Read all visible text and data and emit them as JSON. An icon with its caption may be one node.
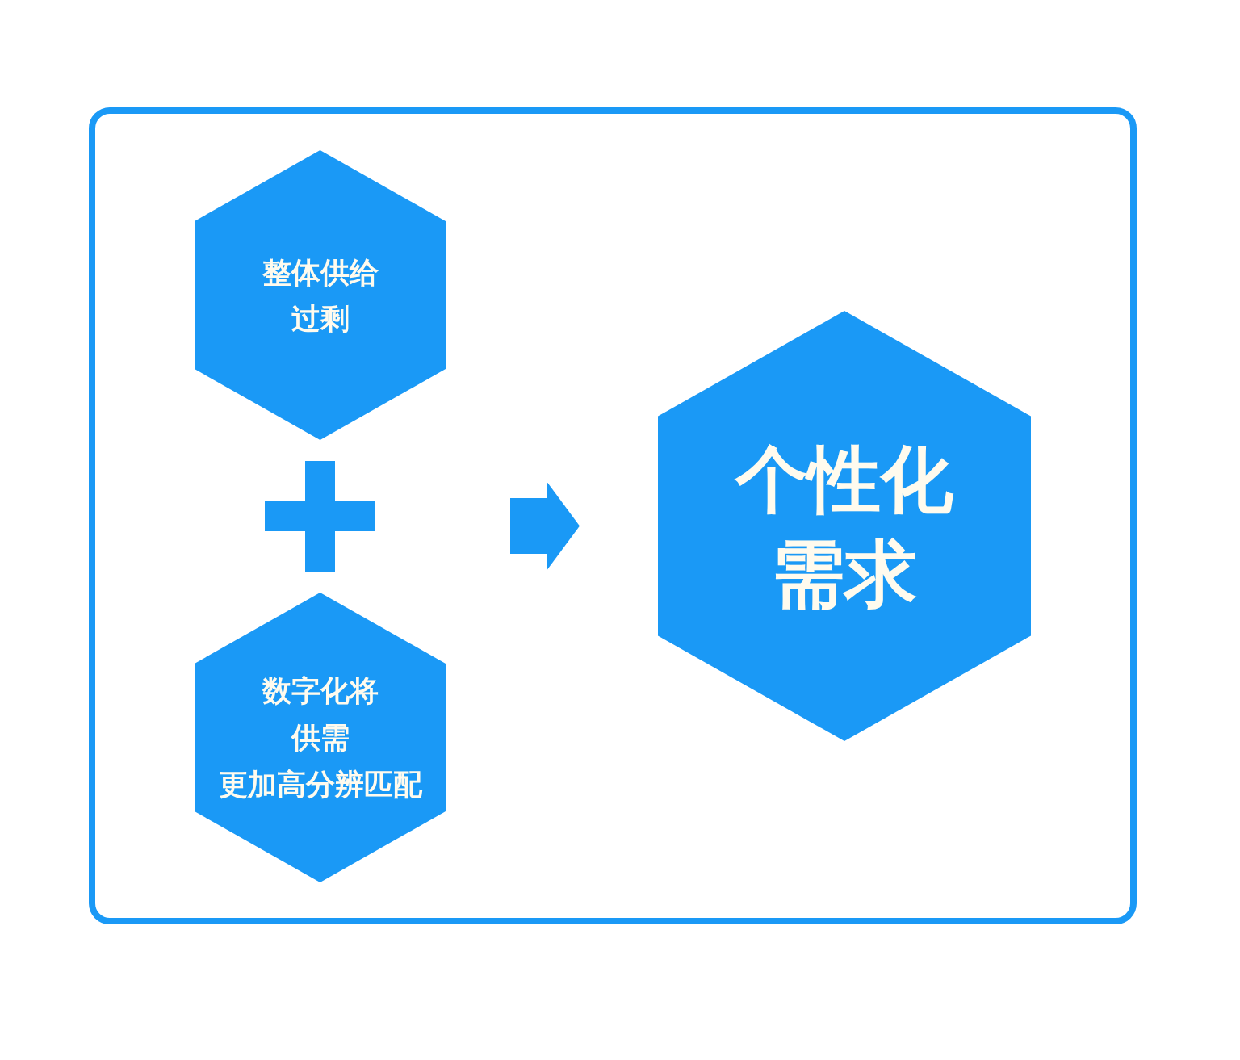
{
  "diagram": {
    "nodes": [
      {
        "text": [
          "整体供给过剩"
        ]
      },
      {
        "text": [
          "数字化将供需更加高分辨匹配"
        ]
      },
      {
        "text": [
          "个性化需求"
        ]
      }
    ],
    "edges": [
      {
        "from": null,
        "to": 2,
        "arrow": "to"
      }
    ]
  }
}
